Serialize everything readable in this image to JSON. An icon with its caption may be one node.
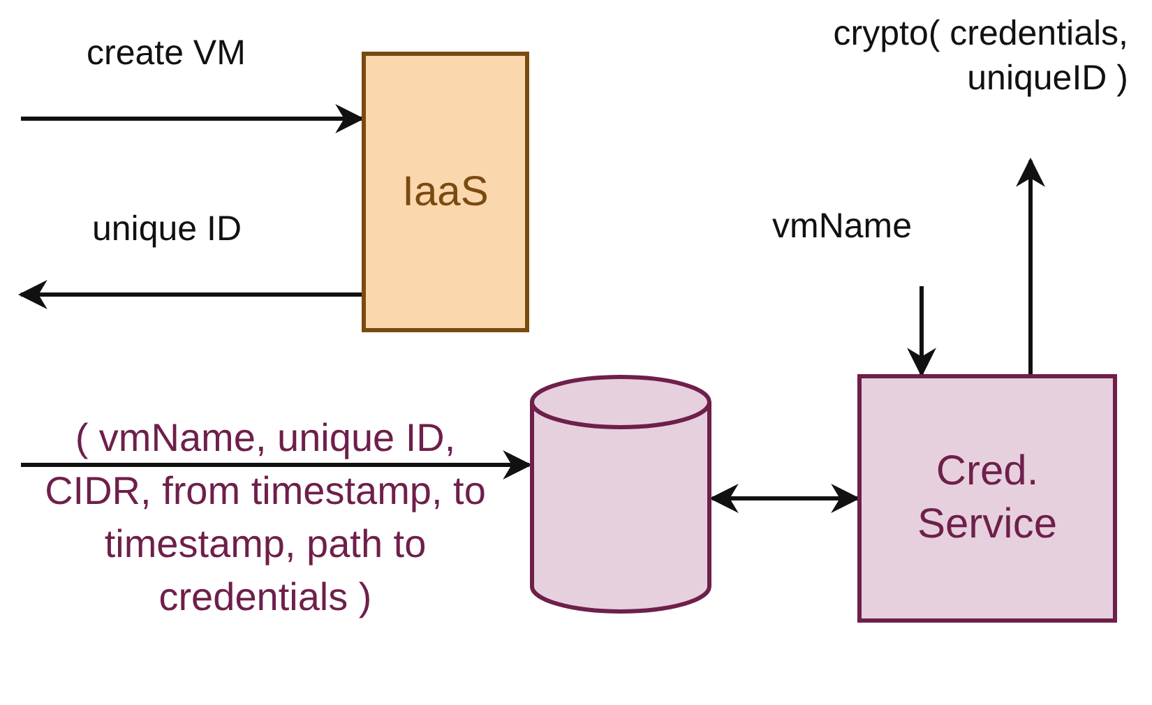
{
  "diagram": {
    "nodes": [
      {
        "text": [
          "IaaS"
        ]
      },
      {
        "text": [],
        "shape": "cylinder"
      },
      {
        "text": [
          "Cred. Service"
        ]
      }
    ],
    "edges": [
      {
        "from": null,
        "to": 0,
        "arrow": "to",
        "label": "create VM"
      },
      {
        "from": 0,
        "to": null,
        "arrow": "to",
        "label": "unique ID"
      },
      {
        "from": null,
        "to": 1,
        "arrow": "to",
        "label": "( vmName, unique ID, CIDR, from timestamp, to timestamp, path to credentials )"
      },
      {
        "from": 1,
        "to": 2,
        "arrow": "both"
      },
      {
        "from": null,
        "to": 2,
        "arrow": "to",
        "label": "vmName"
      },
      {
        "from": 2,
        "to": null,
        "arrow": "to",
        "label": "crypto( credentials, uniqueID )"
      }
    ]
  }
}
